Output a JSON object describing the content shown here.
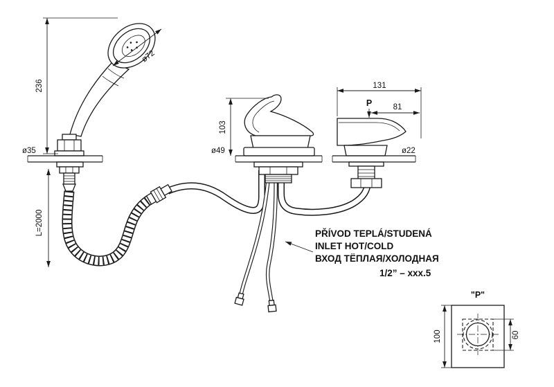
{
  "dims": {
    "shower_head_dia": "ø72",
    "shower_height": "236",
    "shower_base_dia": "ø35",
    "hose_length": "L=2000",
    "lever_height": "103",
    "mixer_base_dia": "ø49",
    "spout_total_width": "131",
    "section_mark": "P",
    "spout_reach": "81",
    "spout_shank_dia": "ø22"
  },
  "note": {
    "line_cs": "PŘÍVOD TEPLÁ/STUDENÁ",
    "line_en": "INLET HOT/COLD",
    "line_ru": "ВХОД ТЁПЛАЯ/ХОЛОДНАЯ",
    "thread": "1/2” – xxx.5"
  },
  "detail": {
    "title": "\"P\"",
    "outer_size": "100",
    "hole_size": "60"
  }
}
